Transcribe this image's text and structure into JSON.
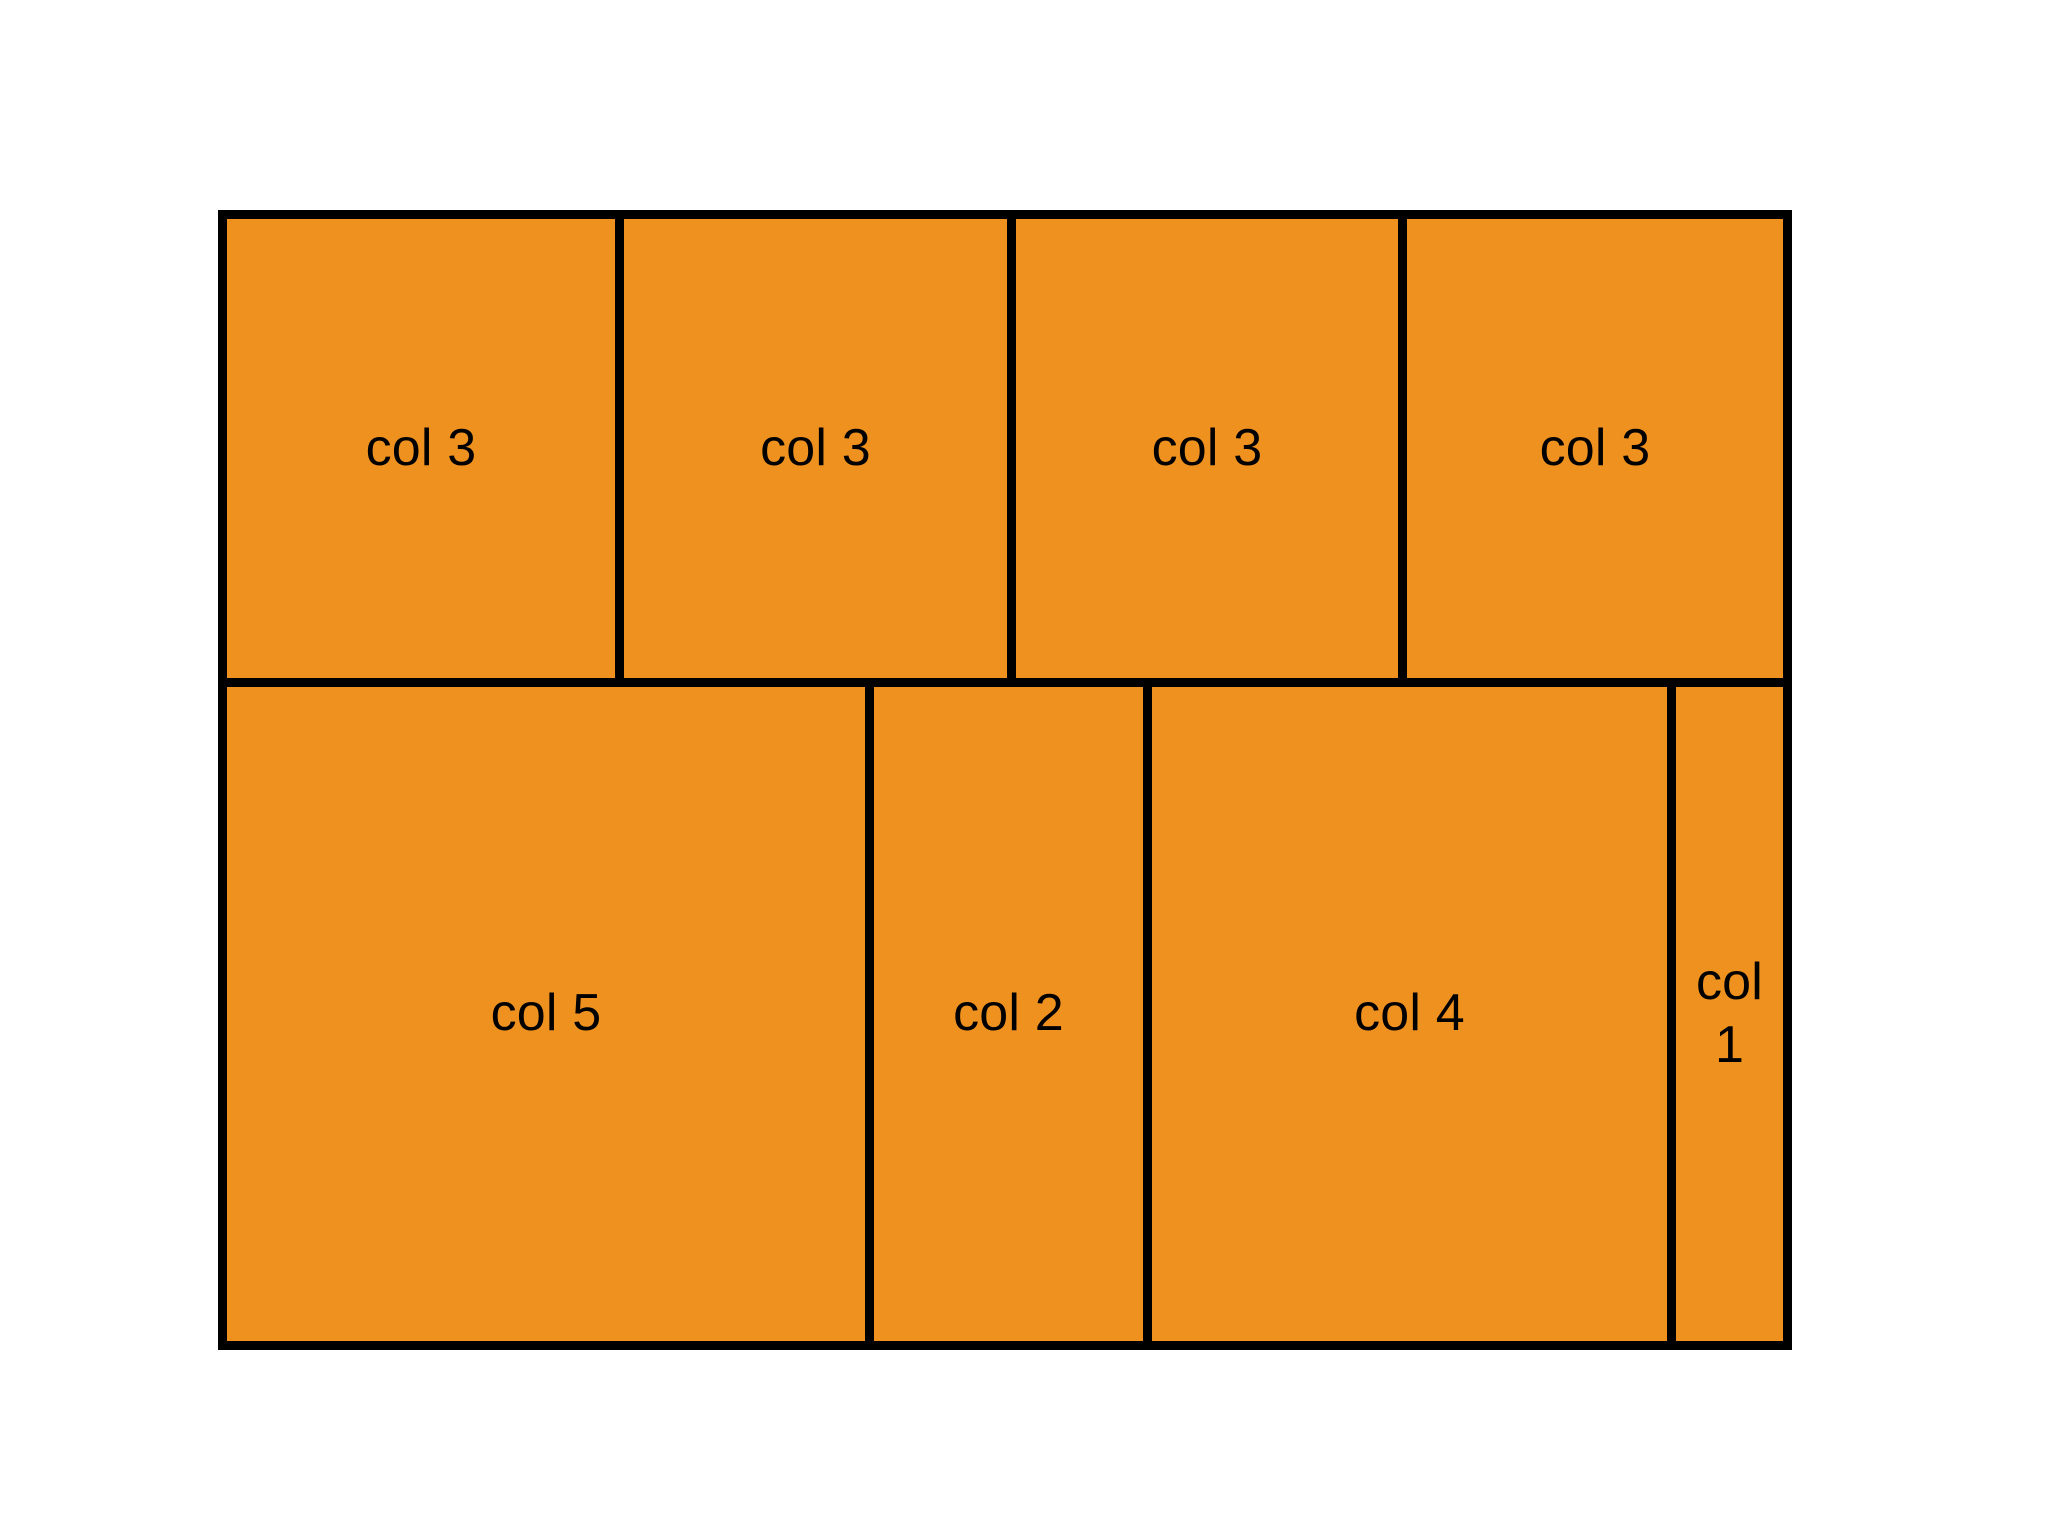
{
  "figure": {
    "background_color": "#ffffff",
    "fill_color": "#ef911e",
    "stroke_color": "#000000",
    "text_color": "#000000"
  },
  "chart_data": {
    "type": "treemap",
    "title": "",
    "xlabel": "",
    "ylabel": "",
    "grid": false,
    "legend": false,
    "fill_color": "#ef911e",
    "stroke_color": "#000000",
    "rows": [
      {
        "name": "top-row",
        "height_fraction": 0.414,
        "cells": [
          {
            "label": "col 3",
            "value": 3,
            "width_fraction": 0.252
          },
          {
            "label": "col 3",
            "value": 3,
            "width_fraction": 0.254
          },
          {
            "label": "col 3",
            "value": 3,
            "width_fraction": 0.253
          },
          {
            "label": "col 3",
            "value": 3,
            "width_fraction": 0.241
          }
        ]
      },
      {
        "name": "bottom-row",
        "height_fraction": 0.586,
        "cells": [
          {
            "label": "col 5",
            "value": 5,
            "width_fraction": 0.412
          },
          {
            "label": "col 2",
            "value": 2,
            "width_fraction": 0.179
          },
          {
            "label": "col 4",
            "value": 4,
            "width_fraction": 0.338
          },
          {
            "label": "col 1",
            "value": 1,
            "width_fraction": 0.071
          }
        ]
      }
    ],
    "categories": [
      "col 3",
      "col 3",
      "col 3",
      "col 3",
      "col 5",
      "col 2",
      "col 4",
      "col 1"
    ],
    "values": [
      3,
      3,
      3,
      3,
      5,
      2,
      4,
      1
    ]
  }
}
